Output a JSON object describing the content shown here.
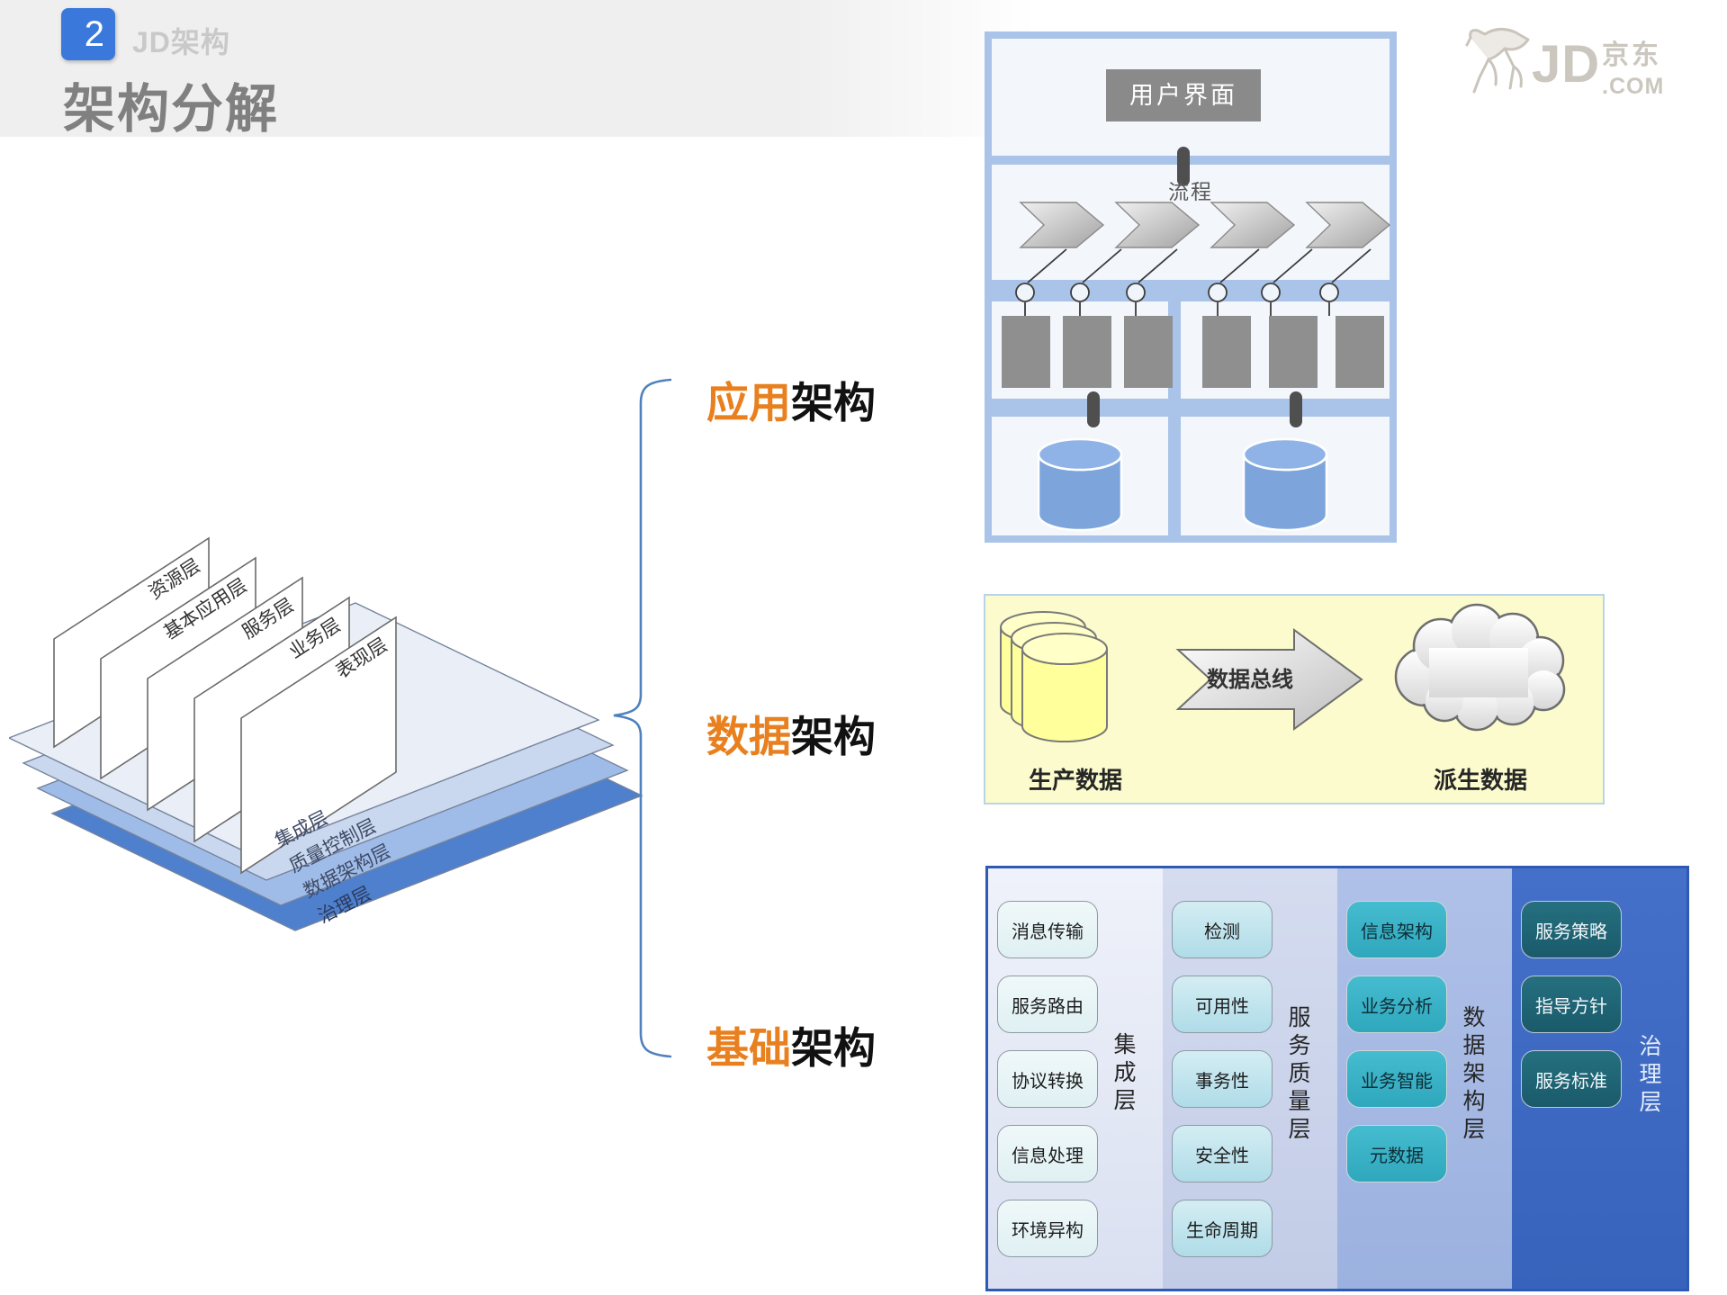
{
  "colors": {
    "accent-orange": "#E8801F",
    "badge-blue": "#3B78DB",
    "title-gray": "#808080",
    "frame-blue": "#A9C3E9",
    "panel-white": "#F3F6FB",
    "box-gray": "#8F8F8F",
    "cylinder-blue": "#7DA5DC",
    "yellow-bg": "#FBFBCD",
    "brace-blue": "#4F81BD",
    "infra-border": "#2E5AB5"
  },
  "header": {
    "badge_number": "2",
    "badge_label": "JD架构",
    "title": "架构分解"
  },
  "logo": {
    "jd": "JD",
    "cn": "京东",
    "com": ".COM"
  },
  "brace_labels": [
    {
      "highlight": "应用",
      "rest": "架构"
    },
    {
      "highlight": "数据",
      "rest": "架构"
    },
    {
      "highlight": "基础",
      "rest": "架构"
    }
  ],
  "iso": {
    "cards": [
      "资源层",
      "基本应用层",
      "服务层",
      "业务层",
      "表现层"
    ],
    "layers": [
      "集成层",
      "质量控制层",
      "数据架构层",
      "治理层"
    ]
  },
  "app": {
    "ui": "用户界面",
    "flow": "流程"
  },
  "data_flow": {
    "source": "生产数据",
    "bus": "数据总线",
    "derived": "派生数据"
  },
  "infra": {
    "columns": [
      {
        "layer": "集成层",
        "items": [
          "消息传输",
          "服务路由",
          "协议转换",
          "信息处理",
          "环境异构"
        ]
      },
      {
        "layer": "服务质量层",
        "items": [
          "检测",
          "可用性",
          "事务性",
          "安全性",
          "生命周期"
        ]
      },
      {
        "layer": "数据架构层",
        "items": [
          "信息架构",
          "业务分析",
          "业务智能",
          "元数据"
        ]
      },
      {
        "layer": "治理层",
        "items": [
          "服务策略",
          "指导方针",
          "服务标准"
        ]
      }
    ]
  }
}
